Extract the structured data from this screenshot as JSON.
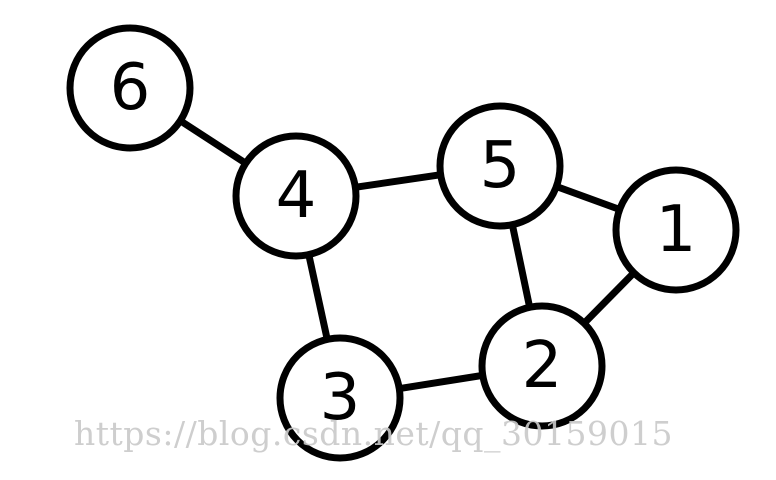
{
  "graph": {
    "nodes": [
      {
        "id": "6",
        "label": "6"
      },
      {
        "id": "4",
        "label": "4"
      },
      {
        "id": "5",
        "label": "5"
      },
      {
        "id": "1",
        "label": "1"
      },
      {
        "id": "2",
        "label": "2"
      },
      {
        "id": "3",
        "label": "3"
      }
    ],
    "edges": [
      {
        "from": "6",
        "to": "4"
      },
      {
        "from": "4",
        "to": "5"
      },
      {
        "from": "5",
        "to": "1"
      },
      {
        "from": "5",
        "to": "2"
      },
      {
        "from": "1",
        "to": "2"
      },
      {
        "from": "4",
        "to": "3"
      },
      {
        "from": "3",
        "to": "2"
      }
    ],
    "node_fill": "#ffffff",
    "stroke_color": "#000000"
  },
  "watermark": {
    "text": "https://blog.csdn.net/qq_30159015",
    "color": "#c9c9c9"
  }
}
